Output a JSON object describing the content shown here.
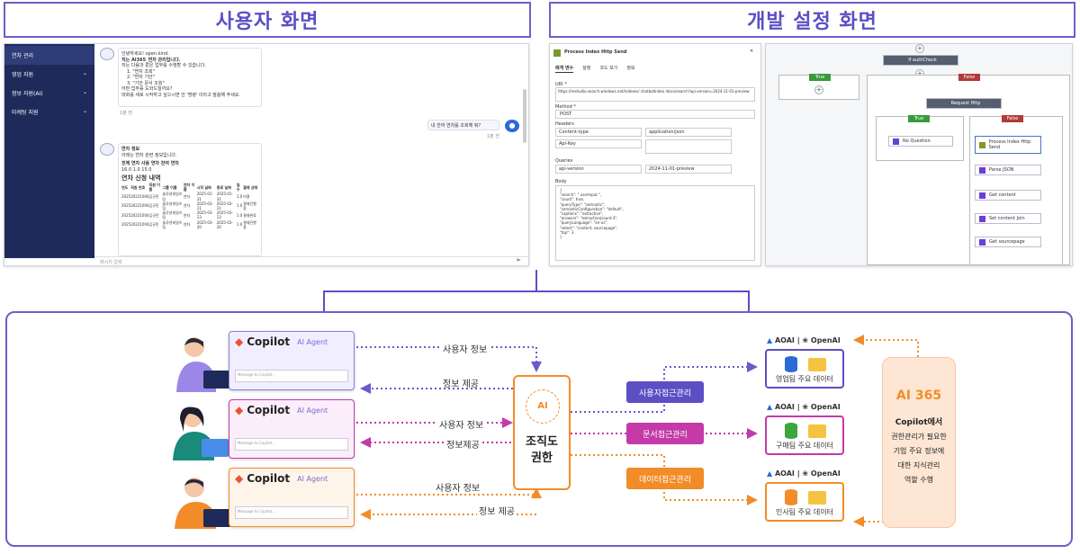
{
  "headers": {
    "user_screen": "사용자 화면",
    "dev_screen": "개발 설정 화면"
  },
  "chat": {
    "sidebar": [
      "연차 관리",
      "영업 지원",
      "정보 자원(AI)",
      "마케팅 지원"
    ],
    "greeting": [
      "안녕하세요! open.kind.",
      "저는 AI365_연차 관리입니다.",
      "저는 다음과 같은 업무를 수행할 수 있습니다.",
      "1. \"연차 조회\"",
      "2. \"연차 기안\"",
      "3. \"기안 문서 조회\"",
      "어떤 업무를 도와드릴까요?",
      "대화를 새로 시작하고 싶으시면 안 '명령' 이라고 말씀해 주세요."
    ],
    "time1": "1분 전",
    "user_msg": "내 잔여 연차를 조회해 줘?",
    "time2": "1분 전",
    "info_title": "연차 정보",
    "info_sub": "아래는 연차 관련 정보입니다.",
    "summary": "전체 연차 사용 연차 잔여 연차",
    "summary_vals": "16.0   1.0   15.0",
    "table_title": "연차 신청 내역",
    "table_head": [
      "연도",
      "직원 번호",
      "직원 이름",
      "그룹 이름",
      "연차 이름",
      "시작 날짜",
      "종료 날짜",
      "일수",
      "결재 상태"
    ],
    "rows": [
      [
        "2025",
        "20221004",
        "김규민",
        "솔루션세일즈팀",
        "연차",
        "2025-01-31",
        "2025-01-31",
        "1.0",
        "미결"
      ],
      [
        "2025",
        "20221004",
        "김규민",
        "솔루션세일즈팀",
        "연차",
        "2025-03-11",
        "2025-03-11",
        "1.0",
        "결재진행중"
      ],
      [
        "2025",
        "20221004",
        "김규민",
        "솔루션세일즈팀",
        "연차",
        "2025-03-13",
        "2025-03-13",
        "1.0",
        "결재완료"
      ],
      [
        "2025",
        "20221004",
        "김규민",
        "솔루션세일즈팀",
        "연차",
        "2025-03-20",
        "2025-03-20",
        "1.0",
        "결재진행중"
      ]
    ],
    "input_placeholder": "메시지 입력"
  },
  "dev": {
    "title": "Process Index Http Send",
    "tabs": [
      "매개 변수",
      "설정",
      "코드 보기",
      "정보"
    ],
    "uri_label": "URI *",
    "uri": "https://msitudio.search.windows.net/indexes/ chatbotIndex /docs/search?api-version=2024-11-01-preview",
    "method_label": "Method *",
    "method": "POST",
    "headers_label": "Headers",
    "h1k": "Content-type",
    "h1v": "application/json",
    "h2k": "Api-Key",
    "queries_label": "Queries",
    "q1k": "api-version",
    "q1v": "2024-11-01-preview",
    "body_label": "Body",
    "body": [
      "{",
      "\"search\": \" userInput \",",
      "\"count\": true,",
      "\"queryType\": \"semantic\",",
      "\"semanticConfiguration\": \"default\",",
      "\"captions\": \"extractive\",",
      "\"answers\": \"extractive|count-3\",",
      "\"queryLanguage\": \"en-us\",",
      "\"select\": \"content, sourcepage\",",
      "\"top\": 3",
      "}"
    ]
  },
  "flow": {
    "auth": "If authCheck",
    "true1": "True",
    "false1": "False",
    "request": "Request Http",
    "true2": "True",
    "false2": "False",
    "no_q": "No Question",
    "steps": [
      "Process Index Http Send",
      "Parse JSON",
      "Get content",
      "Set content Join",
      "Get sourcepage"
    ]
  },
  "diagram": {
    "copilot": "Copilot",
    "agent": "AI Agent",
    "input_ph": "Message to Copilot...",
    "user_info": "사용자 정보",
    "info_provide": "정보 제공",
    "info_provide2": "정보제공",
    "org_auth": "조직도\n권한",
    "org1": "조직도",
    "org2": "권한",
    "access": [
      "사용자접근관리",
      "문서접근관리",
      "데이터접근관리"
    ],
    "aoai": "AOAI",
    "openai": "OpenAI",
    "db": [
      "영업팀 주요 데이터",
      "구매팀 주요 데이터",
      "인사팀 주요 데이터"
    ],
    "ai365": "AI 365",
    "ai365_desc": [
      "Copilot에서",
      "권한관리가 필요한",
      "기업 주요 정보에",
      "대한 지식관리",
      "역할 수행"
    ]
  },
  "colors": {
    "purple": "#6a5acd",
    "magenta": "#c33aa8",
    "orange": "#f28c28",
    "dark": "#5b4fc4"
  }
}
